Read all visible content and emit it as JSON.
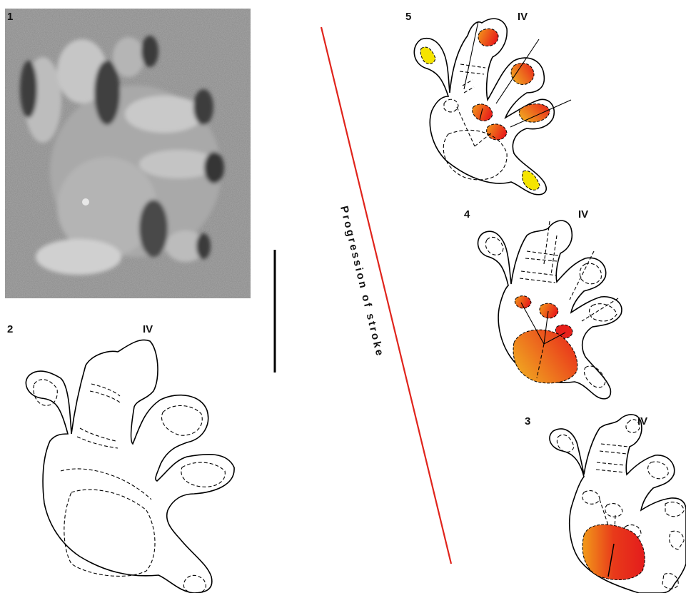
{
  "figure": {
    "panel_labels": {
      "p1": "1",
      "p2": "2",
      "p3": "3",
      "p4": "4",
      "p5": "5"
    },
    "digit_label": "IV",
    "progression_text": "Progression of stroke",
    "colors": {
      "arrow_line": "#e0241c",
      "red": "#e8201a",
      "orange": "#f39c1a",
      "yellow": "#f5e400",
      "photo_base": "#8e8e8e"
    }
  }
}
